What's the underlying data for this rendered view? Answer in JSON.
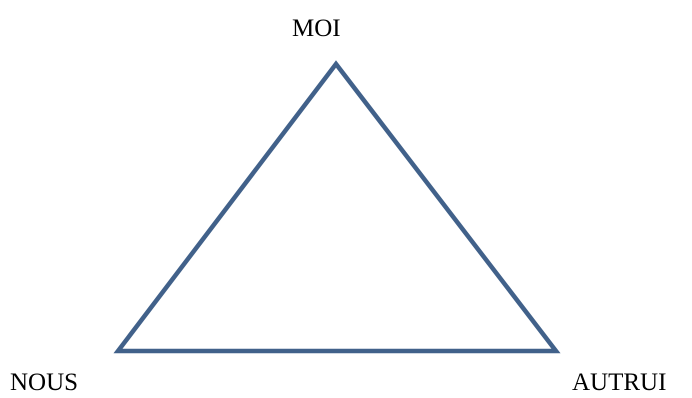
{
  "diagram": {
    "vertices": {
      "top": "MOI",
      "bottom_left": "NOUS",
      "bottom_right": "AUTRUI"
    },
    "colors": {
      "stroke": "#41618a",
      "text": "#000000",
      "background": "#ffffff"
    }
  }
}
